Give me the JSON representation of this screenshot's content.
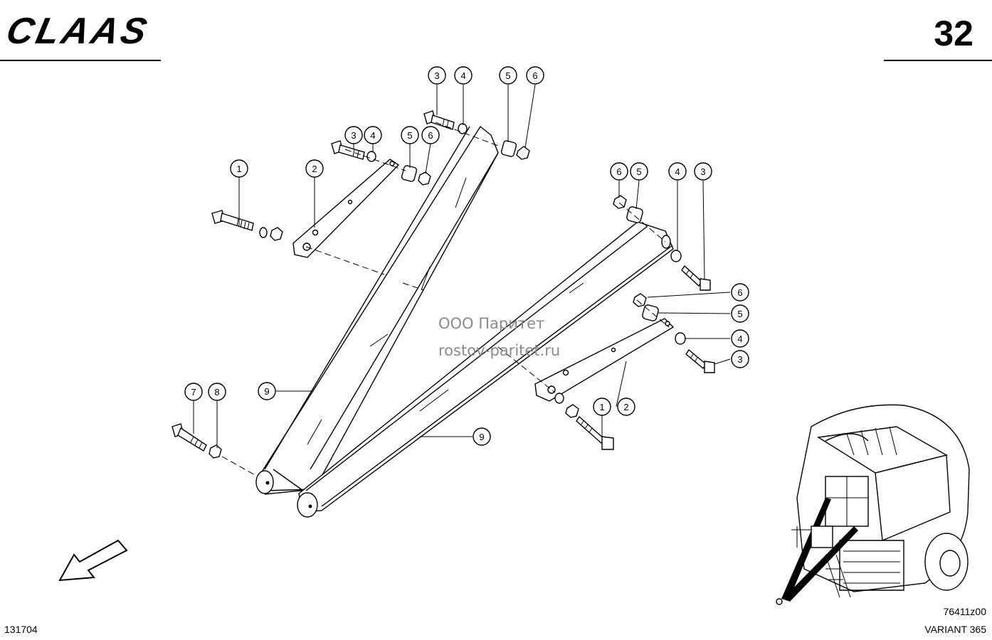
{
  "header": {
    "brand": "CLAAS",
    "page_number": "32"
  },
  "footer": {
    "doc_number": "131704",
    "figure_code": "76411z00",
    "model": "VARIANT 365"
  },
  "watermark": {
    "company": "ООО Паритет",
    "site": "rostov-paritet.ru"
  },
  "callouts": {
    "left_top_3": "3",
    "left_top_4": "4",
    "left_top_5": "5",
    "left_top_6": "6",
    "left_mid_3": "3",
    "left_mid_4": "4",
    "left_mid_5": "5",
    "left_mid_6": "6",
    "left_bolt_1": "1",
    "left_plate_2": "2",
    "left_bolt_7": "7",
    "left_nut_8": "8",
    "left_arm_9": "9",
    "right_top_6": "6",
    "right_top_5": "5",
    "right_top_4": "4",
    "right_top_3": "3",
    "right_mid_6": "6",
    "right_mid_5": "5",
    "right_mid_4": "4",
    "right_mid_3": "3",
    "right_bolt_1": "1",
    "right_plate_2": "2",
    "right_arm_9": "9"
  },
  "icons": {
    "direction": "arrow-down-left-icon",
    "machine": "round-baler-thumbnail"
  }
}
